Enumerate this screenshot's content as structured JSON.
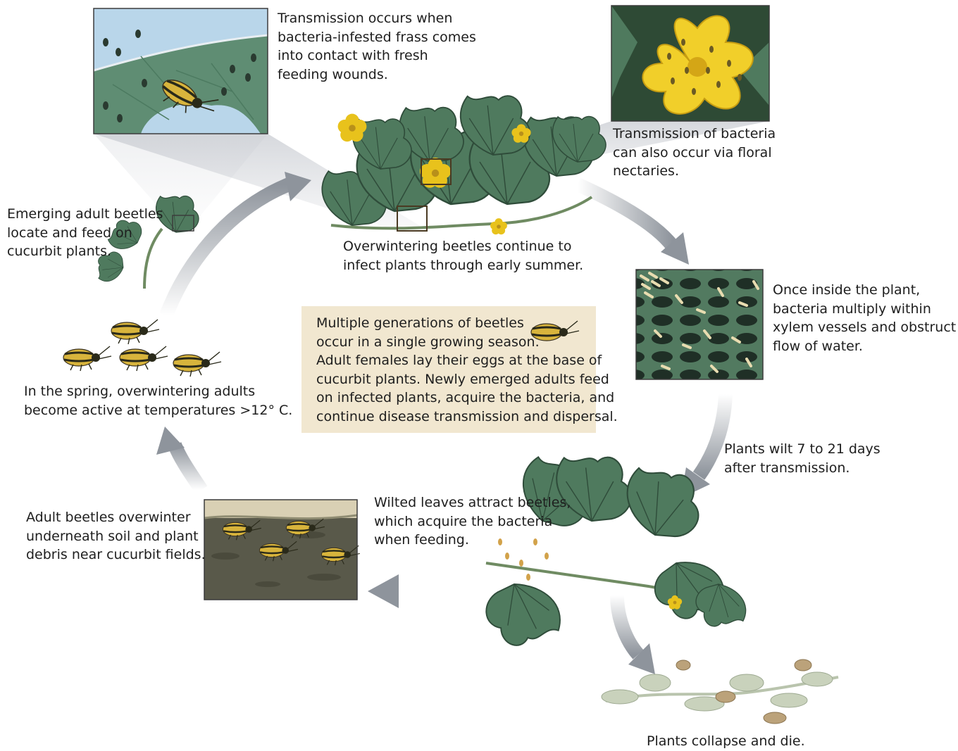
{
  "captions": {
    "frass_transmission": "Transmission occurs when\nbacteria-infested frass comes\ninto contact with fresh\nfeeding wounds.",
    "floral_transmission": "Transmission of bacteria\ncan also occur via floral\nnectaries.",
    "emerging_adults": "Emerging adult beetles\nlocate and feed on\ncucurbit plants.",
    "overwintering_continue": "Overwintering beetles continue to\ninfect plants through early summer.",
    "bacteria_multiply": "Once inside the plant,\nbacteria multiply within\nxylem vessels and obstruct\nflow of water.",
    "spring_active": "In the spring, overwintering adults\nbecome active at temperatures >12° C.",
    "plants_wilt": "Plants wilt 7 to 21 days\nafter transmission.",
    "wilted_attract": "Wilted leaves attract beetles,\nwhich acquire the bacteria\nwhen feeding.",
    "adults_overwinter": "Adult beetles overwinter\nunderneath soil and plant\ndebris near cucurbit fields.",
    "collapse": "Plants collapse and die."
  },
  "center_note": "Multiple generations of beetles\noccur in a single growing season.\nAdult females lay their eggs at the base of\ncucurbit plants. Newly emerged adults feed\non infected plants, acquire the bacteria, and\ncontinue disease transmission and dispersal.",
  "colors": {
    "arrow": "#8e949c",
    "leaf": "#4f7a5e",
    "leaf_dark": "#3a5e48",
    "flower": "#e8c21c",
    "beetle_yellow": "#d8b43c",
    "beetle_stripe": "#2a2a1a",
    "soil": "#59594a",
    "note_bg": "#f1e7d0",
    "dead_plant": "#b9c4ad"
  }
}
